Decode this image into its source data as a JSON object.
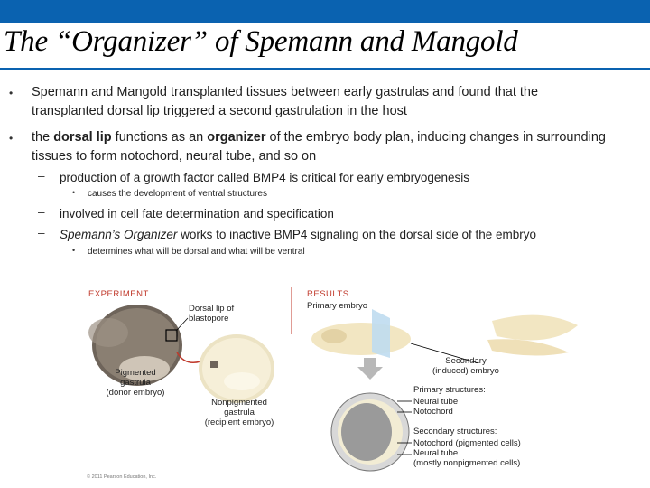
{
  "title": "The “Organizer” of Spemann and Mangold",
  "bullets": [
    "Spemann and Mangold transplanted tissues between early gastrulas and found that the transplanted dorsal lip triggered a second gastrulation in the host",
    {
      "pre": "the ",
      "bold1": "dorsal lip",
      "mid": " functions as an ",
      "bold2": "organizer",
      "post": " of the embryo body plan, inducing changes in surrounding tissues to form notochord, neural tube, and so on"
    }
  ],
  "sub": {
    "s1": {
      "underlined": "production of a growth factor called BMP4 ",
      "rest": "is critical for early embryogenesis"
    },
    "s1a": "causes the development of ventral structures",
    "s2": "involved in cell fate determination and specification",
    "s3": {
      "italic": "Spemann’s Organizer",
      "rest": " works to inactive BMP4 signaling on the dorsal side of the embryo"
    },
    "s3a": "determines what will be dorsal and what will be ventral"
  },
  "figure": {
    "experiment": "EXPERIMENT",
    "results": "RESULTS",
    "primary_embryo": "Primary embryo",
    "dorsal_lip": [
      "Dorsal lip of",
      "blastopore"
    ],
    "pigmented": [
      "Pigmented",
      "gastrula",
      "(donor embryo)"
    ],
    "nonpigmented": [
      "Nonpigmented",
      "gastrula",
      "(recipient embryo)"
    ],
    "secondary": [
      "Secondary",
      "(induced) embryo"
    ],
    "primary_structures": [
      "Primary structures:",
      "Neural tube",
      "Notochord"
    ],
    "secondary_structures": [
      "Secondary structures:",
      "Notochord (pigmented cells)",
      "Neural tube",
      "(mostly nonpigmented cells)"
    ],
    "copyright": "© 2011 Pearson Education, Inc."
  }
}
